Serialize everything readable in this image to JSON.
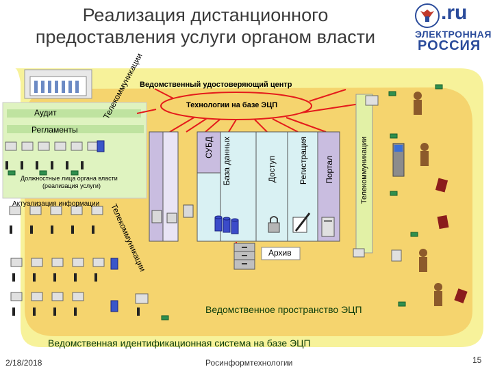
{
  "header": {
    "title_line1": "Реализация дистанционного",
    "title_line2": "предоставления услуги органом власти",
    "logo_top": ".ru",
    "logo_line1": "ЭЛЕКТРОННАЯ",
    "logo_line2": "РОССИЯ"
  },
  "diagram": {
    "certification_center": "Ведомственный удостоверяющий центр",
    "technologies": "Технологии на базе ЭЦП",
    "audit": "Аудит",
    "regulations": "Регламенты",
    "officials": "Должностные лица органа власти",
    "officials_sub": "(реализация услуги)",
    "update_info": "Актуализация информации",
    "telecom_top": "Телекоммуникации",
    "telecom_bottom": "Телекоммуникации",
    "telecom_right": "Телекоммуникации",
    "dbms": "СУБД",
    "database": "База данных",
    "access": "Доступ",
    "registration": "Регистрация",
    "portal": "Портал",
    "archive": "Архив",
    "ecp_space": "Ведомственное пространство ЭЦП",
    "id_system": "Ведомственная идентификационная система на базе ЭЦП"
  },
  "footer": {
    "date": "2/18/2018",
    "company": "Росинформтехнологии",
    "page": "15"
  },
  "colors": {
    "outer_region": "#f7f29a",
    "inner_region": "#f5d46e",
    "red_lines": "#e41b1b",
    "green_band": "#dff3c0",
    "vertical_panel": "#c9bde0",
    "dark_green_text": "#0a3b0a"
  }
}
